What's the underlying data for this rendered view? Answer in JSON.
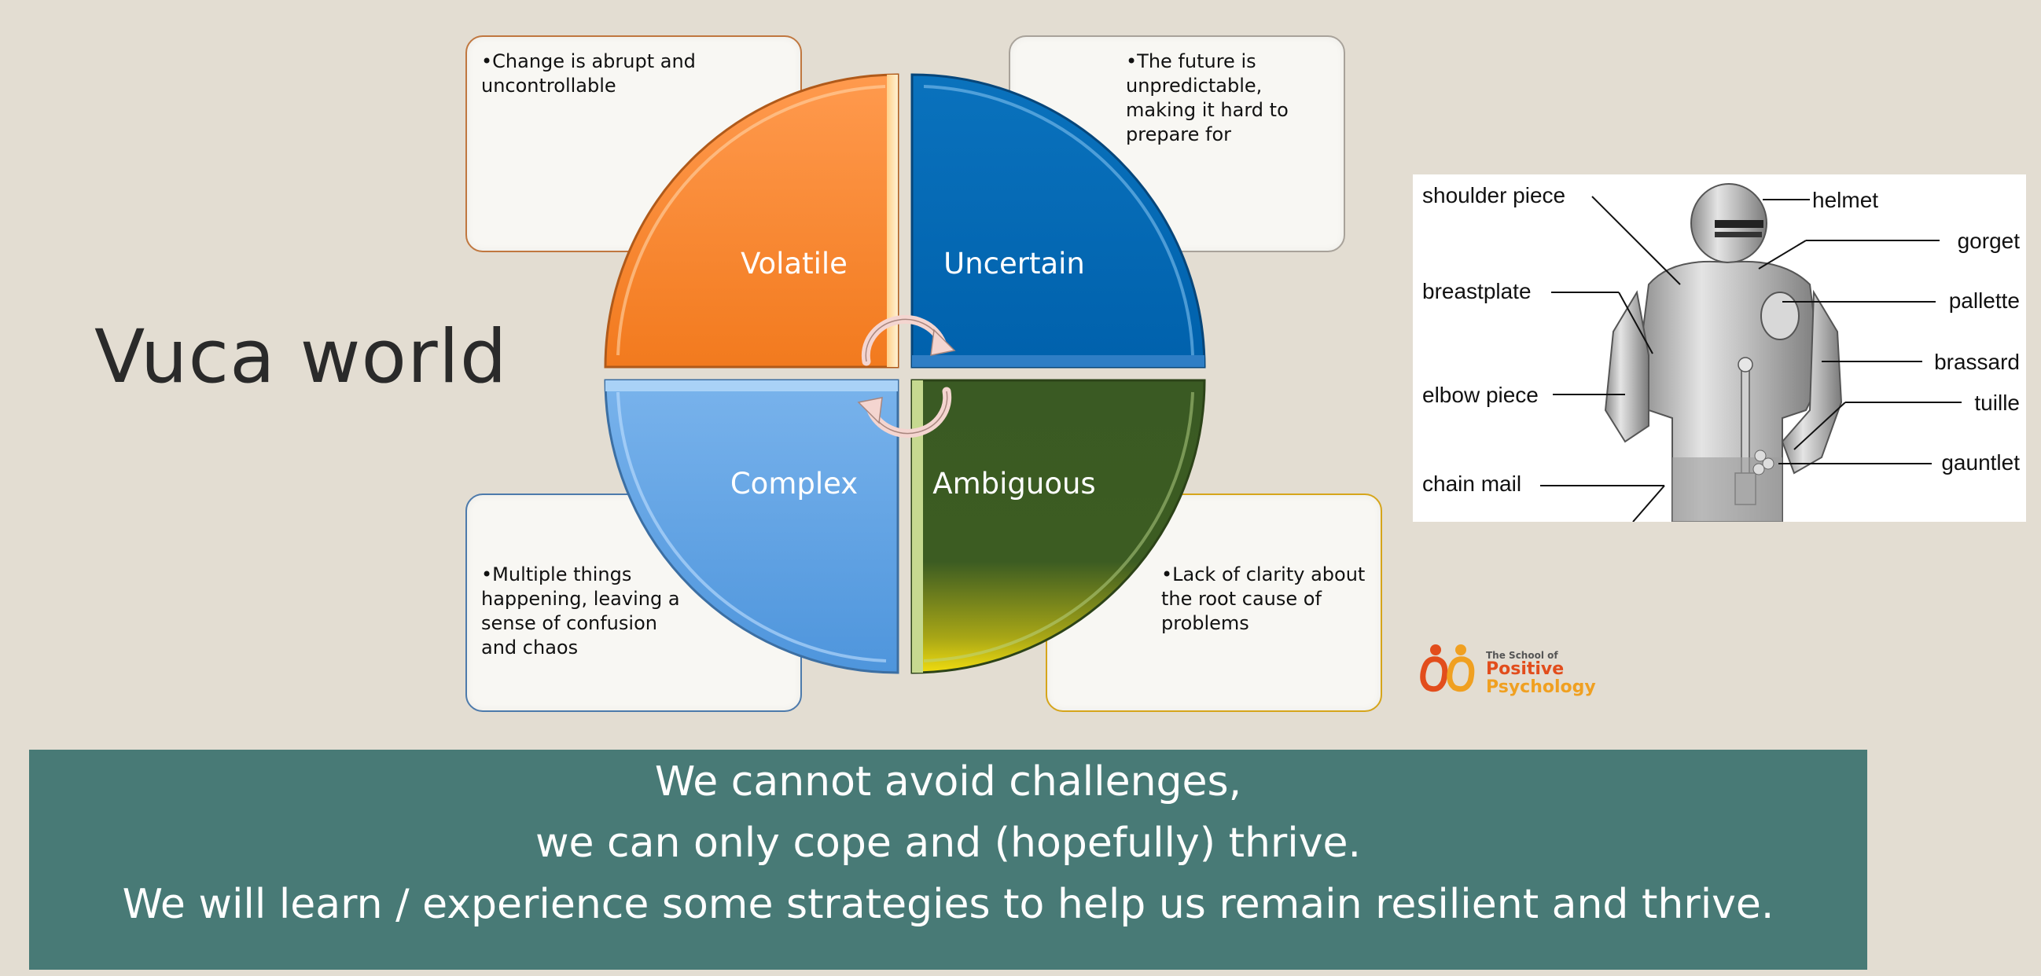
{
  "title": "Vuca world",
  "quadrants": {
    "volatile": {
      "label": "Volatile",
      "note": "•Change is abrupt and\n  uncontrollable",
      "color": "#f58a36"
    },
    "uncertain": {
      "label": "Uncertain",
      "note": "•The future is\n  unpredictable,\n  making it hard to\n  prepare for",
      "color": "#0a6fb8"
    },
    "complex": {
      "label": "Complex",
      "note": "•Multiple things\n  happening, leaving a\n  sense of confusion\n  and chaos",
      "color": "#63a6e6"
    },
    "ambiguous": {
      "label": "Ambiguous",
      "note": "•Lack of clarity about\n  the root cause of\n  problems",
      "color": "#3b5c24"
    }
  },
  "armor": {
    "left_labels": [
      "shoulder piece",
      "breastplate",
      "elbow piece",
      "chain mail"
    ],
    "right_labels": [
      "helmet",
      "gorget",
      "pallette",
      "brassard",
      "tuille",
      "gauntlet"
    ]
  },
  "logo": {
    "line1": "The School of",
    "line2": "Positive",
    "line3": "Psychology"
  },
  "banner": {
    "line1": "We cannot avoid challenges,",
    "line2": "we can only cope and (hopefully) thrive.",
    "line3": "We will learn / experience some strategies to help us remain resilient and thrive."
  }
}
